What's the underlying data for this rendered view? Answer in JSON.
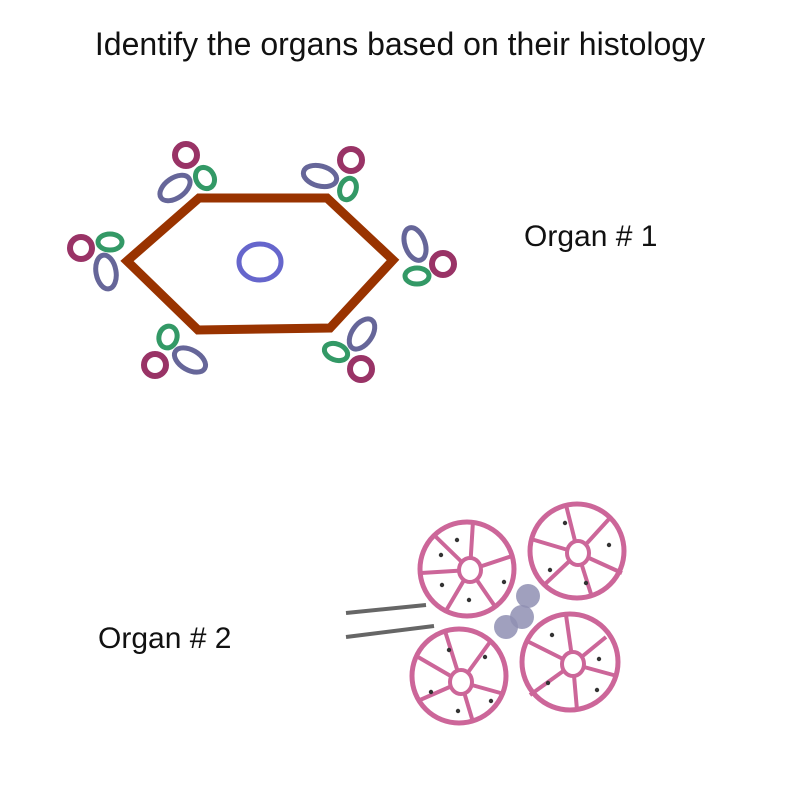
{
  "title": "Identify the organs based on their histology",
  "organ1": {
    "label": "Organ # 1"
  },
  "organ2": {
    "label": "Organ # 2"
  },
  "colors": {
    "hexagon": "#993300",
    "central_vein": "#6666cc",
    "bile_duct": "#993366",
    "artery": "#339966",
    "portal_vein": "#666699",
    "acinus": "#cc6699",
    "duct_line": "#666666",
    "islet_cell": "#8f8fb3",
    "nucleus_dot": "#333333"
  },
  "icons": {
    "liver_lobule": "hexagon-lobule-icon",
    "portal_triad": "portal-triad-icon",
    "acinus": "pancreatic-acinus-icon"
  }
}
